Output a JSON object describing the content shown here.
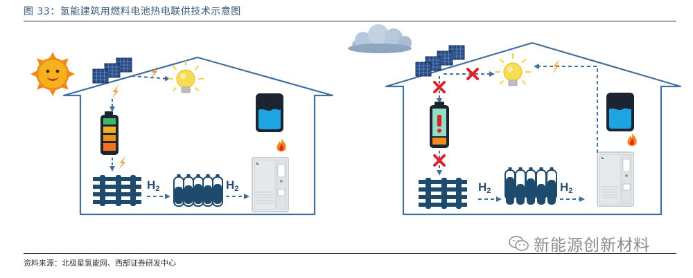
{
  "figure": {
    "title": "图 33：氢能建筑用燃料电池热电联供技术示意图",
    "source": "资料来源：北极星氢能网、西部证券研发中心",
    "watermark": "新能源创新材料"
  },
  "panels": [
    {
      "weather": "sun-icon",
      "labels": [
        {
          "main": "H",
          "sub": "2"
        },
        {
          "main": "H",
          "sub": "2"
        }
      ],
      "battery_state": "charged",
      "connections_blocked": false
    },
    {
      "weather": "cloud-icon",
      "labels": [
        {
          "main": "H",
          "sub": "2"
        },
        {
          "main": "H",
          "sub": "2"
        }
      ],
      "battery_state": "depleted",
      "connections_blocked": true
    }
  ],
  "colors": {
    "house": "#3f6f9f",
    "navy": "#1e4a6e",
    "arrow": "#3e6f9a",
    "lightning": "#f39a1f",
    "cross": "#e0202a",
    "bulb": "#f6d33a",
    "water": "#1fa4e3"
  }
}
